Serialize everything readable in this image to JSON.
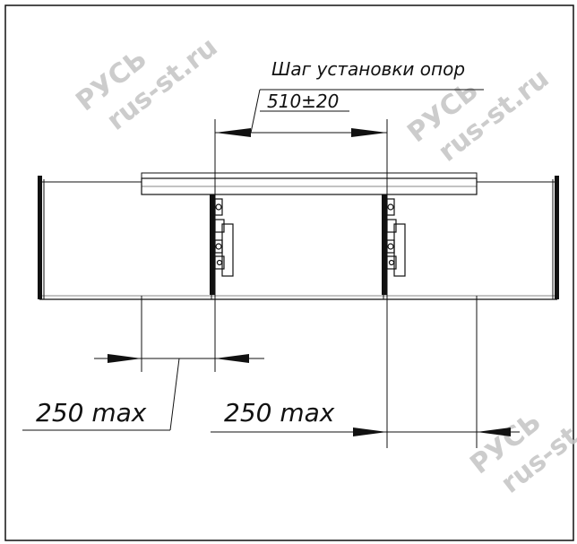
{
  "labels": {
    "support_spacing_title": "Шаг установки опор",
    "support_spacing_value": "510±20",
    "left_overhang_max": "250 max",
    "right_overhang_max": "250 max"
  },
  "watermarks": [
    {
      "brand": "РУСЬ",
      "site": "rus-st.ru"
    },
    {
      "brand": "РУСЬ",
      "site": "rus-st.ru"
    },
    {
      "brand": "РУСЬ",
      "site": "rus-st.ru"
    }
  ]
}
